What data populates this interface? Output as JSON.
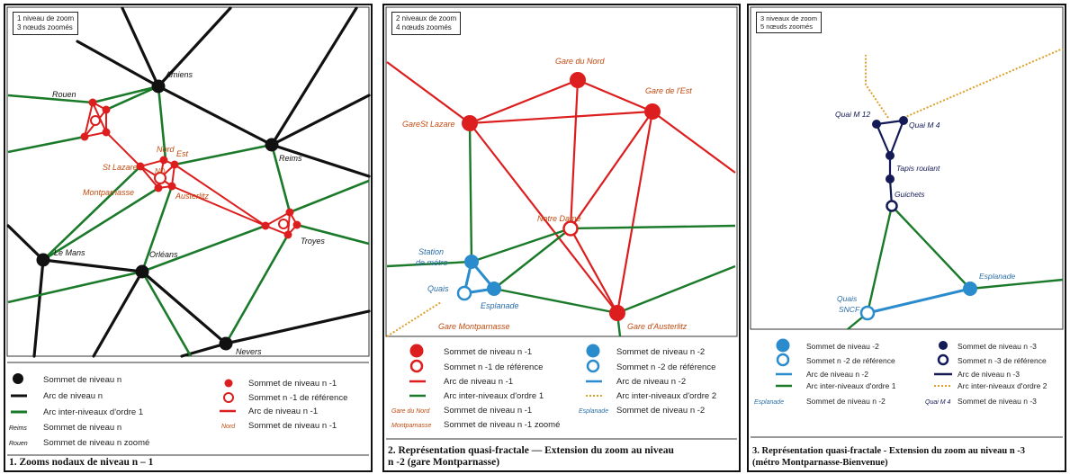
{
  "colors": {
    "black": "#111111",
    "green": "#1a7a2a",
    "red": "#dd1e1e",
    "blue": "#2a8ccc",
    "navy": "#141a55",
    "orange": "#dca02a",
    "label_red": "#c24a10",
    "label_blue": "#2a6ea8"
  },
  "panel1": {
    "info": [
      "1 niveau de zoom",
      "3 nœuds zoomés"
    ],
    "labels": {
      "amiens": "Amiens",
      "rouen": "Rouen",
      "reims": "Reims",
      "nord": "Nord",
      "est": "Est",
      "stlazare": "St Lazare",
      "nd": "ND",
      "montparnasse": "Montparnasse",
      "austerlitz": "Austerlitz",
      "troyes": "Troyes",
      "lemans": "Le Mans",
      "orleans": "Orléans",
      "nevers": "Nevers"
    },
    "legend": {
      "node_n": "Sommet de niveau n",
      "arc_n": "Arc de niveau n",
      "arc_inter": "Arc inter-niveaux d'ordre 1",
      "sample_n": "Reims",
      "label_n": "Sommet de niveau n",
      "sample_zoom": "Rouen",
      "label_zoom": "Sommet de niveau n zoomé",
      "node_n1": "Sommet de niveau n -1",
      "ref_n1": "Sommet  n -1 de référence",
      "arc_n1": "Arc de niveau n -1",
      "sample_n1": "Nord",
      "label_n1": "Sommet de niveau n -1"
    },
    "caption": "1. Zooms nodaux de niveau n – 1"
  },
  "panel2": {
    "info": [
      "2 niveaux de zoom",
      "4 nœuds zoomés"
    ],
    "labels": {
      "garedunord": "Gare du Nord",
      "garedelest": "Gare de l'Est",
      "garestlazare": "GareSt Lazare",
      "notredame": "Notre Dame",
      "station1": "Station",
      "station2": "de métro",
      "quais": "Quais",
      "esplanade": "Esplanade",
      "garemontparnasse": "Gare Montparnasse",
      "gareausterlitz": "Gare d'Austerlitz"
    },
    "legend": {
      "node_n1": "Sommet de niveau n -1",
      "ref_n1": "Sommet  n -1 de référence",
      "arc_n1": "Arc de niveau n -1",
      "arc_inter1": "Arc inter-niveaux d'ordre 1",
      "sample_n1": "Gare du Nord",
      "label_n1": "Sommet de niveau n -1",
      "sample_zoom": "Montparnasse",
      "label_zoom": "Sommet de niveau n -1 zoomé",
      "node_n2": "Sommet de niveau n -2",
      "ref_n2": "Sommet  n -2 de référence",
      "arc_n2": "Arc de niveau n -2",
      "arc_inter2": "Arc inter-niveaux d'ordre 2",
      "sample_n2": "Esplanade",
      "label_n2": "Sommet  de niveau n -2"
    },
    "caption_line1": "2. Représentation quasi-fractale — Extension du zoom au niveau",
    "caption_line2": "n -2 (gare Montparnasse)"
  },
  "panel3": {
    "info": [
      "3 niveaux de zoom",
      "5 nœuds zoomés"
    ],
    "labels": {
      "quaim12": "Quai M 12",
      "quaim4": "Quai M 4",
      "tapis1": "Tapis roulant",
      "guichets": "Guichets",
      "esplanade": "Esplanade",
      "quais1": "Quais",
      "quais2": "SNCF"
    },
    "legend": {
      "node_n2": "Sommet de niveau -2",
      "ref_n2": "Sommet  n -2 de référence",
      "arc_n2": "Arc de niveau n -2",
      "arc_inter1": "Arc inter-niveaux d'ordre 1",
      "sample_n2": "Esplanade",
      "label_n2": "Sommet de niveau n -2",
      "node_n3": "Sommet de niveau n -3",
      "ref_n3": "Sommet  n -3 de référence",
      "arc_n3": "Arc de niveau n -3",
      "arc_inter2": "Arc inter-niveaux d'ordre 2",
      "sample_n3": "Quai M 4",
      "label_n3": "Sommet de niveau n -3"
    },
    "caption_line1": "3. Représentation quasi-fractale - Extension du zoom au niveau n -3",
    "caption_line2": "(métro Montparnasse-Bienvenue)"
  }
}
